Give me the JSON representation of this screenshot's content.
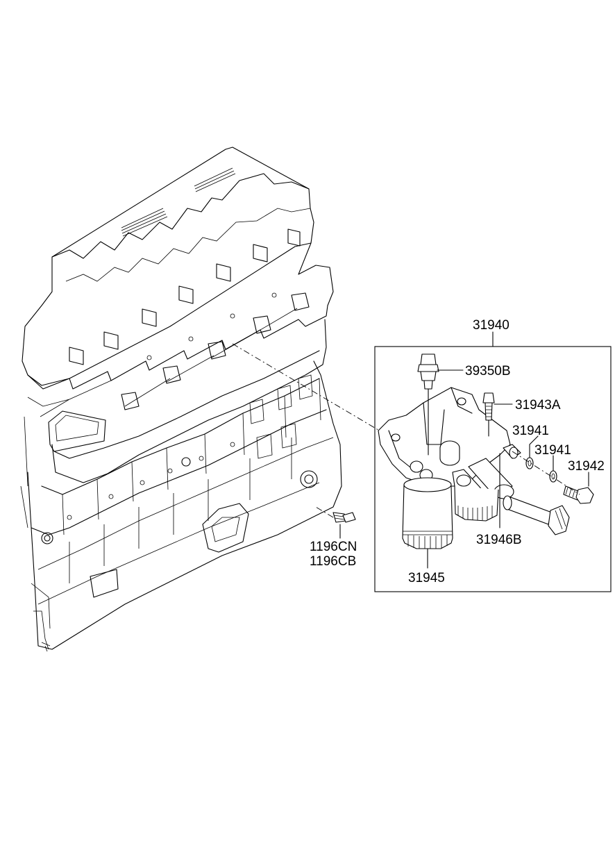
{
  "labels": {
    "assembly": "31940",
    "sensor": "39350B",
    "bleed_screw": "31943A",
    "washer_a": "31941",
    "washer_b": "31941",
    "bolt": "31942",
    "element": "31946B",
    "filter": "31945",
    "cap_screw_1": "1196CN",
    "cap_screw_2": "1196CB"
  }
}
